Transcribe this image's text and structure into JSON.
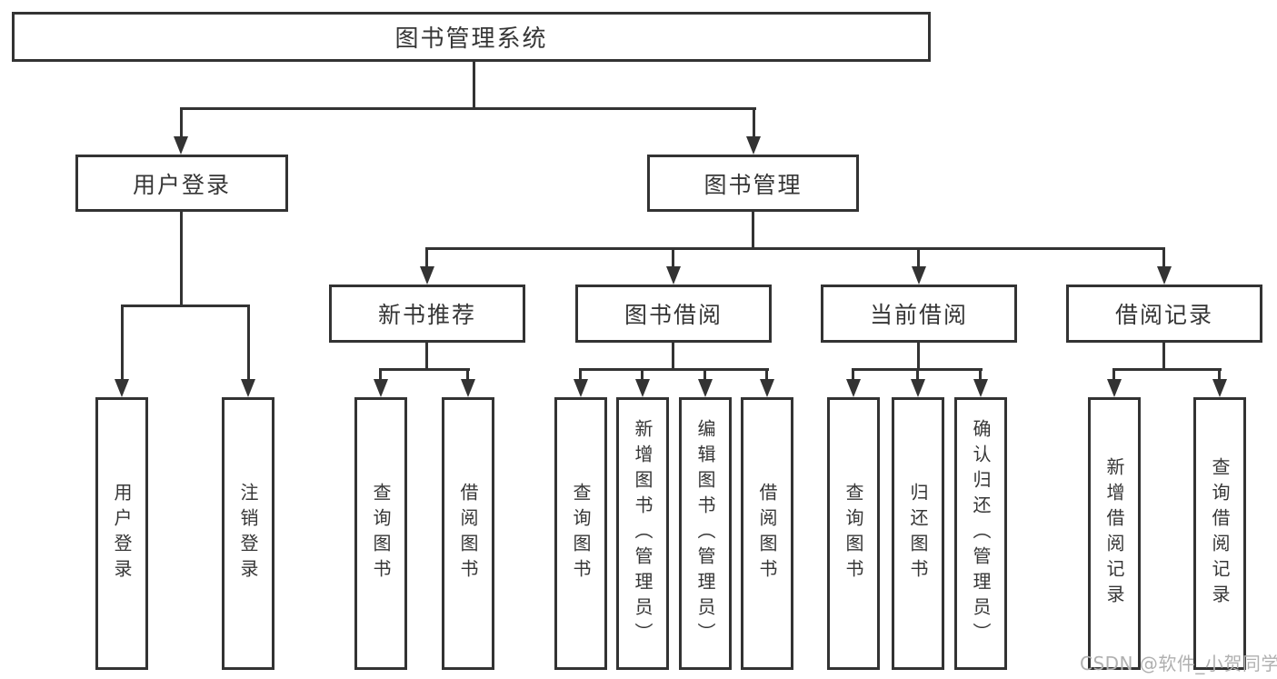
{
  "diagram": {
    "type": "hierarchy-tree",
    "background_color": "#ffffff",
    "line_color": "#333333",
    "text_color": "#363636",
    "watermark": {
      "text": "CSDN @软件_小贺同学",
      "color": "#b0b0b0"
    },
    "root": {
      "label": "图书管理系统",
      "children": [
        {
          "label": "用户登录",
          "children": [
            {
              "label": "用户登录"
            },
            {
              "label": "注销登录"
            }
          ]
        },
        {
          "label": "图书管理",
          "children": [
            {
              "label": "新书推荐",
              "children": [
                {
                  "label": "查询图书"
                },
                {
                  "label": "借阅图书"
                }
              ]
            },
            {
              "label": "图书借阅",
              "children": [
                {
                  "label": "查询图书"
                },
                {
                  "label": "新增图书（管理员）"
                },
                {
                  "label": "编辑图书（管理员）"
                },
                {
                  "label": "借阅图书"
                }
              ]
            },
            {
              "label": "当前借阅",
              "children": [
                {
                  "label": "查询图书"
                },
                {
                  "label": "归还图书"
                },
                {
                  "label": "确认归还（管理员）"
                }
              ]
            },
            {
              "label": "借阅记录",
              "children": [
                {
                  "label": "新增借阅记录"
                },
                {
                  "label": "查询借阅记录"
                }
              ]
            }
          ]
        }
      ]
    }
  }
}
